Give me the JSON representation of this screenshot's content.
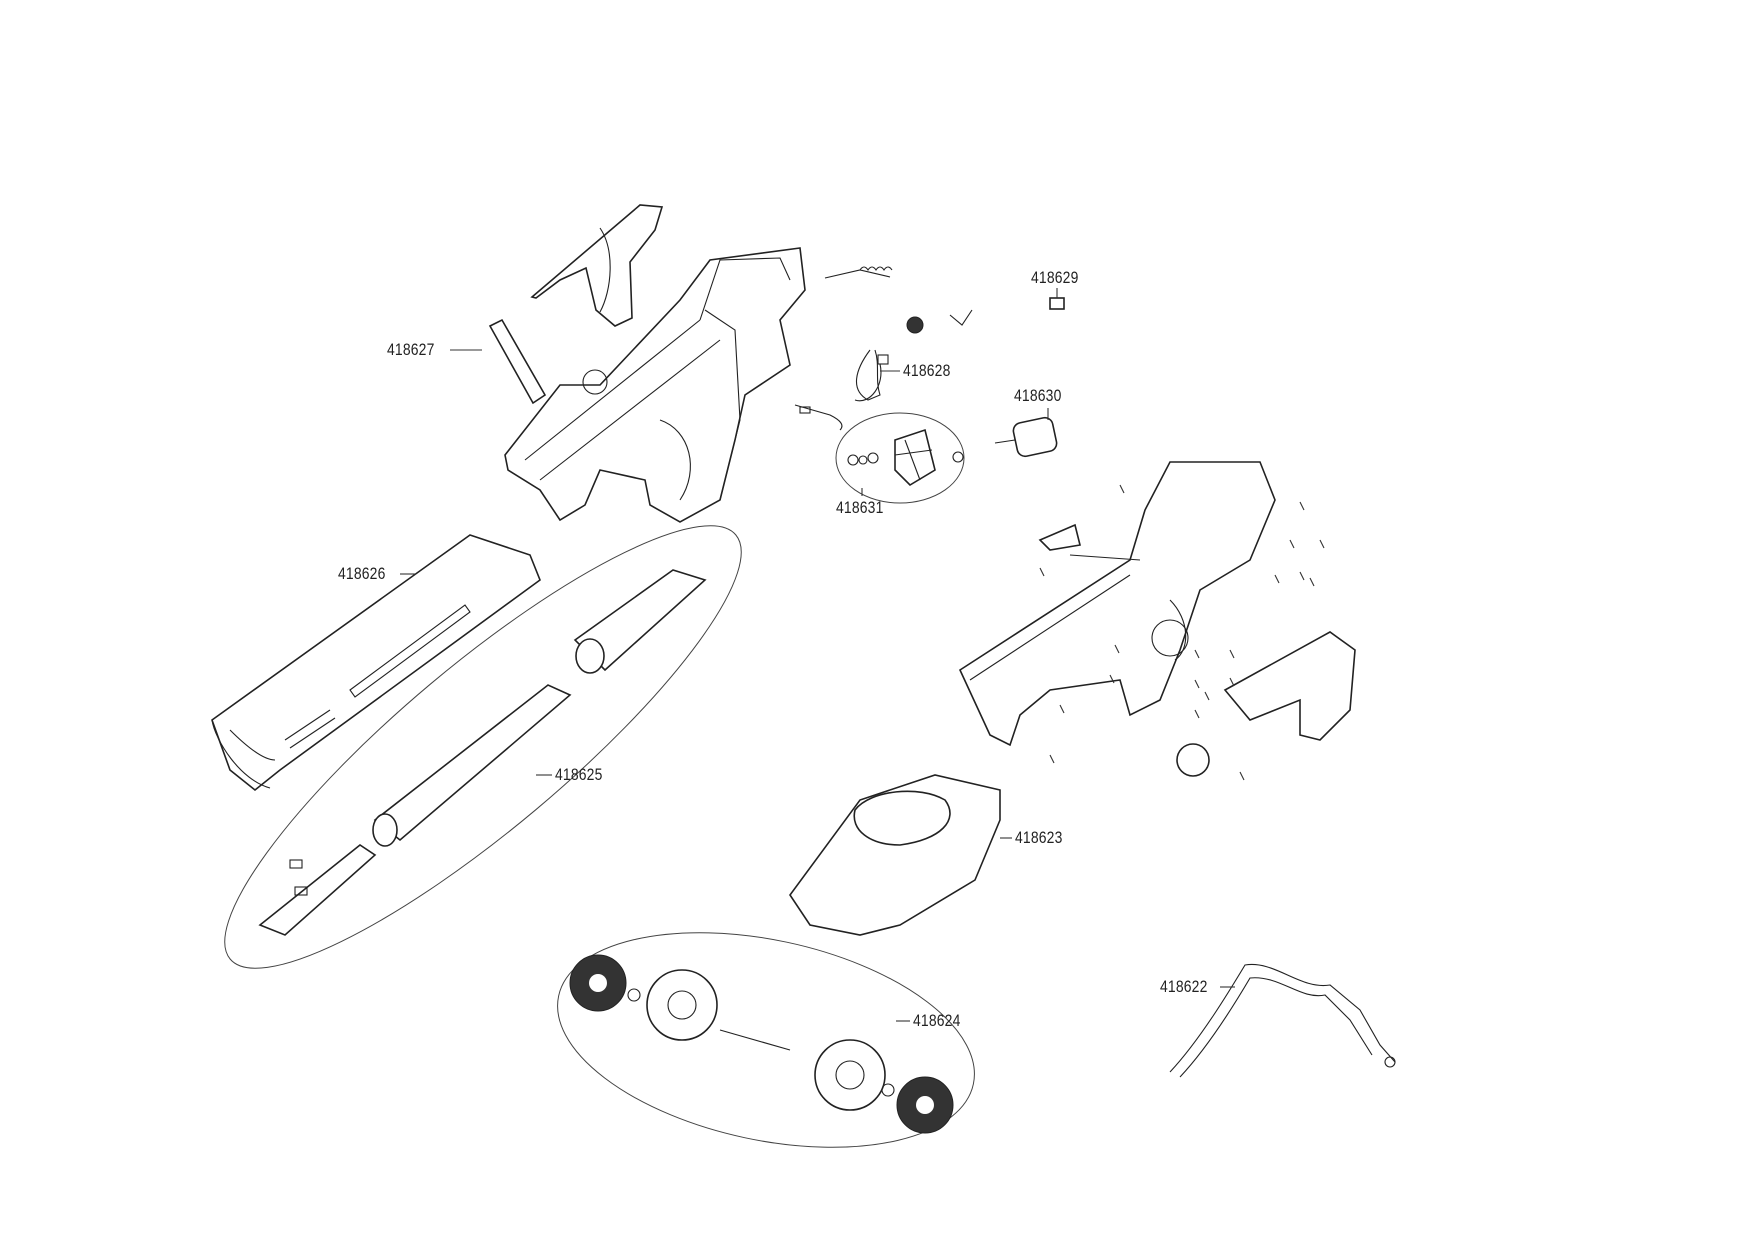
{
  "title": "Exploded parts diagram",
  "parts": [
    {
      "id": "418622"
    },
    {
      "id": "418623"
    },
    {
      "id": "418624"
    },
    {
      "id": "418625"
    },
    {
      "id": "418626"
    },
    {
      "id": "418627"
    },
    {
      "id": "418628"
    },
    {
      "id": "418629"
    },
    {
      "id": "418630"
    },
    {
      "id": "418631"
    }
  ]
}
